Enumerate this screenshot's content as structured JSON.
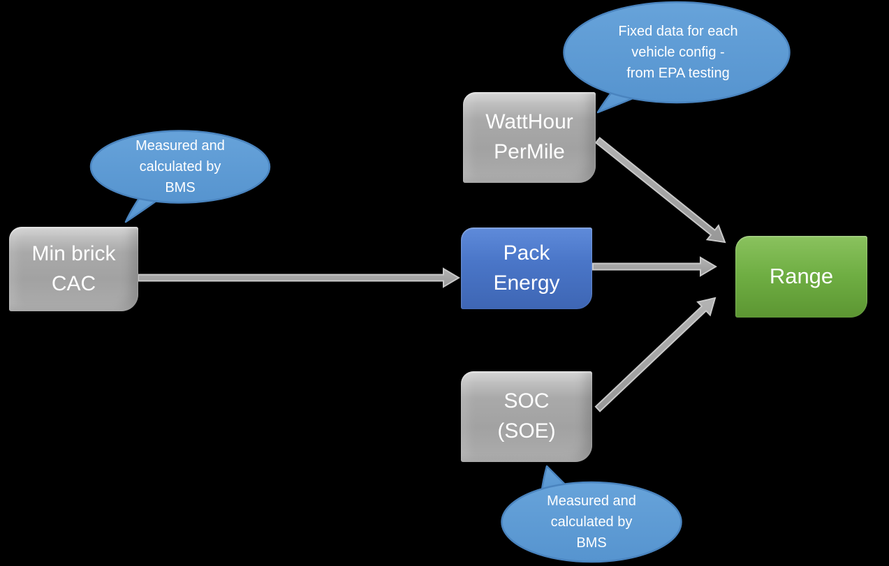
{
  "diagram": {
    "background": "#000000",
    "nodes": {
      "min_brick_cac": {
        "label": "Min brick\nCAC",
        "style": "gray"
      },
      "watthour_per_mile": {
        "label": "WattHour\nPerMile",
        "style": "gray"
      },
      "pack_energy": {
        "label": "Pack\nEnergy",
        "style": "blue"
      },
      "soc_soe": {
        "label": "SOC\n(SOE)",
        "style": "gray"
      },
      "range": {
        "label": "Range",
        "style": "green"
      }
    },
    "callouts": {
      "top": {
        "text": "Fixed data for each\nvehicle config -\nfrom EPA testing",
        "points_to": "watthour_per_mile"
      },
      "left": {
        "text": "Measured and\ncalculated by\nBMS",
        "points_to": "min_brick_cac"
      },
      "bottom": {
        "text": "Measured and\ncalculated by\nBMS",
        "points_to": "soc_soe"
      }
    },
    "edges": [
      {
        "from": "min_brick_cac",
        "to": "pack_energy"
      },
      {
        "from": "watthour_per_mile",
        "to": "range"
      },
      {
        "from": "pack_energy",
        "to": "range"
      },
      {
        "from": "soc_soe",
        "to": "range"
      }
    ],
    "colors": {
      "node_gray": "#a8a8a8",
      "node_blue": "#4472c4",
      "node_green": "#6aa84f",
      "callout_fill": "#5b9bd5",
      "callout_border": "#4a84bf",
      "arrow_fill": "#a2a2a2",
      "arrow_outline": "#c9c9c9",
      "text": "#ffffff"
    }
  }
}
